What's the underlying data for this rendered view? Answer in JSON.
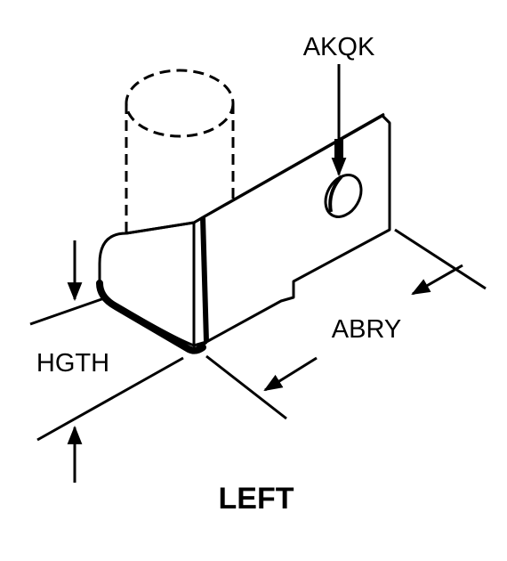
{
  "labels": {
    "top_callout": "AKQK",
    "length_dim": "ABRY",
    "height_dim": "HGTH",
    "caption": "LEFT"
  },
  "colors": {
    "ink": "#000000",
    "paper": "#ffffff"
  }
}
